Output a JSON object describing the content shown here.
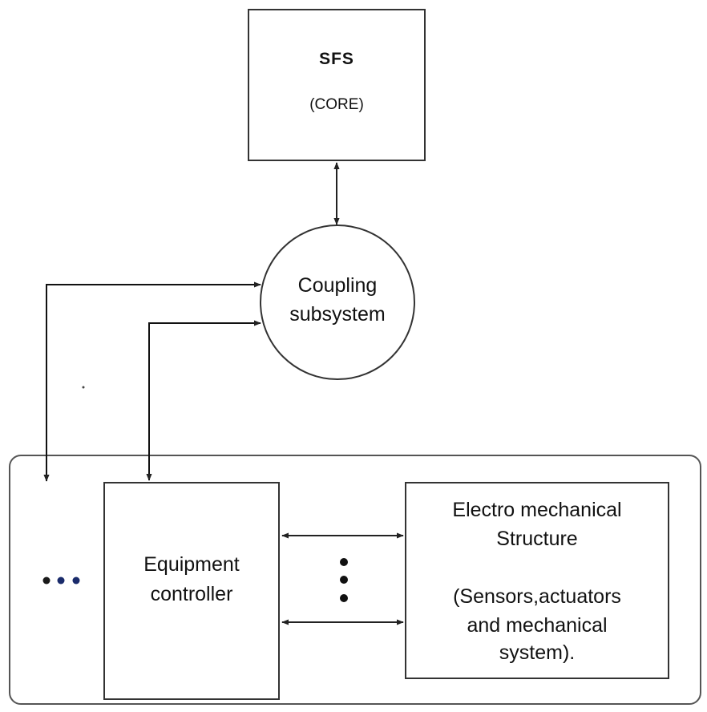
{
  "sfs": {
    "title": "SFS",
    "subtitle": "(CORE)"
  },
  "coupling": {
    "line1": "Coupling",
    "line2": "subsystem"
  },
  "equipment": {
    "line1": "Equipment",
    "line2": "controller"
  },
  "electro": {
    "line1": "Electro mechanical",
    "line2": "Structure",
    "line3": "(Sensors,actuators",
    "line4": "and mechanical",
    "line5": "system)."
  },
  "colors": {
    "stroke": "#333333",
    "ellipsis": "#1a2b6b",
    "text": "#111111"
  }
}
